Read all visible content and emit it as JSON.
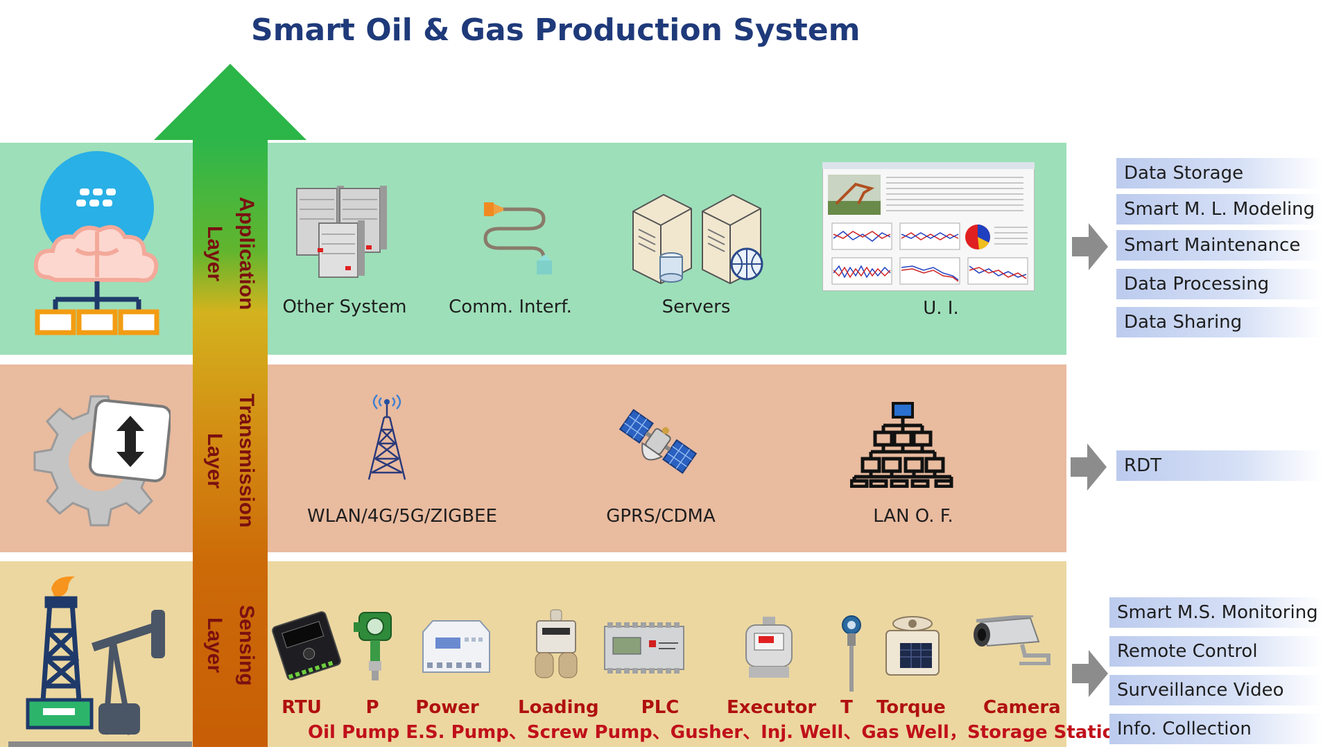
{
  "title": "Smart Oil & Gas Production System",
  "layers": {
    "application": "Application\nLayer",
    "transmission": "Transmission\nLayer",
    "sensing": "Sensing\nLayer"
  },
  "application_items": [
    "Other System",
    "Comm. Interf.",
    "Servers",
    "U. I."
  ],
  "transmission_items": [
    "WLAN/4G/5G/ZIGBEE",
    "GPRS/CDMA",
    "LAN O. F."
  ],
  "sensing_devices": [
    "RTU",
    "P",
    "Power",
    "Loading",
    "PLC",
    "Executor",
    "T",
    "Torque",
    "Camera"
  ],
  "sensing_targets": "Oil Pump E.S. Pump、Screw Pump、Gusher、Inj. Well、Gas Well，Storage Station",
  "right_boxes": {
    "application": [
      "Data Storage",
      "Smart M. L. Modeling",
      "Smart Maintenance",
      "Data Processing",
      "Data Sharing"
    ],
    "transmission": [
      "RDT"
    ],
    "sensing": [
      "Smart M.S. Monitoring",
      "Remote Control",
      "Surveillance Video",
      "Info. Collection"
    ]
  },
  "colors": {
    "application_band": "#9ddfb9",
    "transmission_band": "#e9bb9f",
    "sensing_band": "#ecd7a0",
    "title": "#1f3a7a",
    "layer_label": "#7a1010",
    "sensing_text": "#c0101a"
  },
  "icons": [
    "cloud-brain-icon",
    "gear-arrows-icon",
    "oil-rig-icon",
    "server-rack-icon",
    "cable-icon",
    "server-pair-icon",
    "ui-screen-icon",
    "antenna-tower-icon",
    "satellite-icon",
    "network-tree-icon",
    "rtu-icon",
    "pressure-gauge-icon",
    "power-meter-icon",
    "load-sensor-icon",
    "plc-icon",
    "executor-icon",
    "thermometer-icon",
    "torque-sensor-icon",
    "camera-icon",
    "gray-arrow-icon"
  ]
}
